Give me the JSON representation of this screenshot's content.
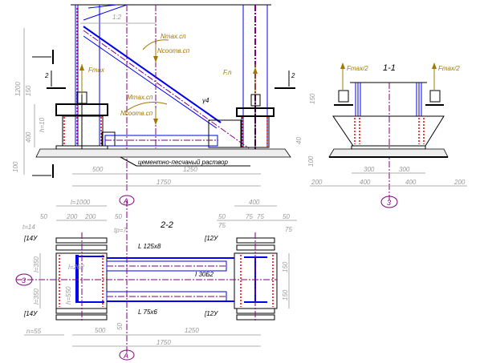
{
  "elevation_view": {
    "top_dim": "1:2",
    "load_labels": [
      "Nmax.сп",
      "Nсоотв.сп",
      "Fmax",
      "F.n",
      "Mmax.сп",
      "Nсоотв.сп"
    ],
    "brace_label": "γ4",
    "section_marks": [
      "2",
      "2"
    ],
    "grout_label": "цементно-песчаный раствор",
    "dims": {
      "left_height": "1200",
      "upper": "150",
      "middle": "h=10",
      "lower": "400",
      "bottom": "100",
      "span_a": "500",
      "span_b": "1250",
      "total": "1750"
    }
  },
  "section_1_1": {
    "title": "1-1",
    "loads": [
      "Fmax/2",
      "Fmax/2"
    ],
    "dims": {
      "inner": [
        "300",
        "300"
      ],
      "outer": [
        "200",
        "400",
        "400",
        "200"
      ],
      "height": [
        "150",
        "40",
        "100"
      ]
    }
  },
  "plan_2_2": {
    "title": "2-2",
    "top_dims_left": {
      "total": "l=1000",
      "parts": [
        "50",
        "200",
        "200",
        "50"
      ],
      "t_left": "t=14",
      "t_right": "tp=7"
    },
    "top_dims_right": {
      "total": "400",
      "parts": [
        "50",
        "75",
        "75",
        "50"
      ],
      "t_left": "75",
      "t_right": "75"
    },
    "profiles": {
      "channel_top_left": "[14У",
      "channel_bottom_left": "[14У",
      "channel_top_right": "[12У",
      "channel_bottom_right": "[12У",
      "angle_top": "L 125x8",
      "ibeam": "I 30Б2",
      "angle_bottom": "L 75x6",
      "diag": "l=262"
    },
    "side_dims_left": [
      "l=350",
      "l=350",
      "h=550"
    ],
    "side_dims_right": [
      "150",
      "150"
    ],
    "bottom_dims": {
      "gap": "n=55",
      "a": "500",
      "b": "1250",
      "total": "1750",
      "small": "50"
    }
  },
  "axes": {
    "A_top": "А",
    "A_bottom": "А",
    "axis_3_left": "3",
    "axis_3_right": "3"
  }
}
